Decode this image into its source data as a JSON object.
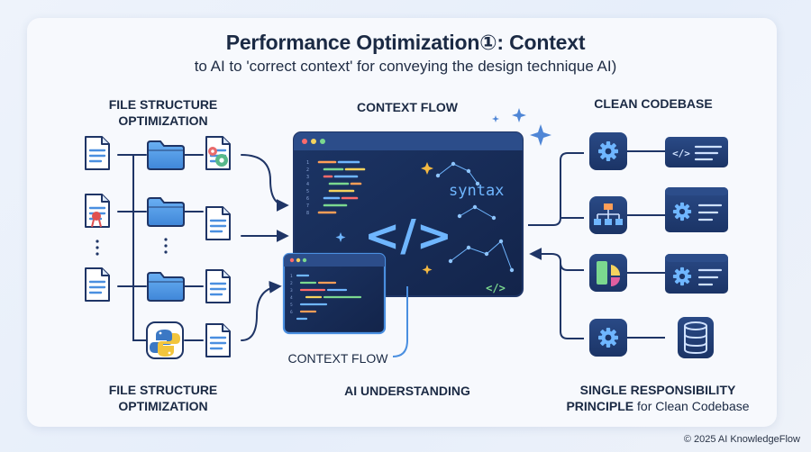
{
  "title": "Performance Optimization①: Context",
  "subtitle": "to AI to 'correct context' for conveying the design technique AI)",
  "labels": {
    "file_structure_top": "FILE STRUCTURE\nOPTIMIZATION",
    "file_structure_bottom": "FILE STRUCTURE\nOPTIMIZATION",
    "context_flow_top": "CONTEXT FLOW",
    "context_flow_bottom": "CONTEXT FLOW",
    "ai_understanding": "AI UNDERSTANDING",
    "clean_codebase": "CLEAN CODEBASE",
    "srp_title": "SINGLE RESPONSIBILITY",
    "srp_principle": "PRINCIPLE",
    "srp_rest": " for Clean Codebase",
    "syntax": "syntax",
    "code_symbol": "</>",
    "mini_code_symbol": "</>",
    "tag_symbol": "</>"
  },
  "icons": {
    "file_column": [
      "document-icon",
      "certificate-document-icon",
      "document-icon"
    ],
    "folder_column": [
      "folder-icon",
      "folder-icon",
      "folder-icon",
      "python-icon"
    ],
    "output_column": [
      "gear-document-icon",
      "document-icon",
      "document-icon",
      "document-icon"
    ],
    "right_left": [
      "gear-icon",
      "hierarchy-icon",
      "chart-icon",
      "gear-icon"
    ],
    "right_right": [
      "code-window-icon",
      "gear-window-icon",
      "gear-window-icon",
      "database-icon"
    ]
  },
  "colors": {
    "navy": "#1f3566",
    "accent_blue": "#4a8fe0",
    "screen_dark": "#16284d",
    "code_green": "#7bd88f",
    "code_orange": "#ff9e57",
    "code_yellow": "#f4d35e",
    "code_blue": "#6fb6ff",
    "sparkle": "#4f86d6"
  },
  "footer": "© 2025 AI KnowledgeFlow"
}
